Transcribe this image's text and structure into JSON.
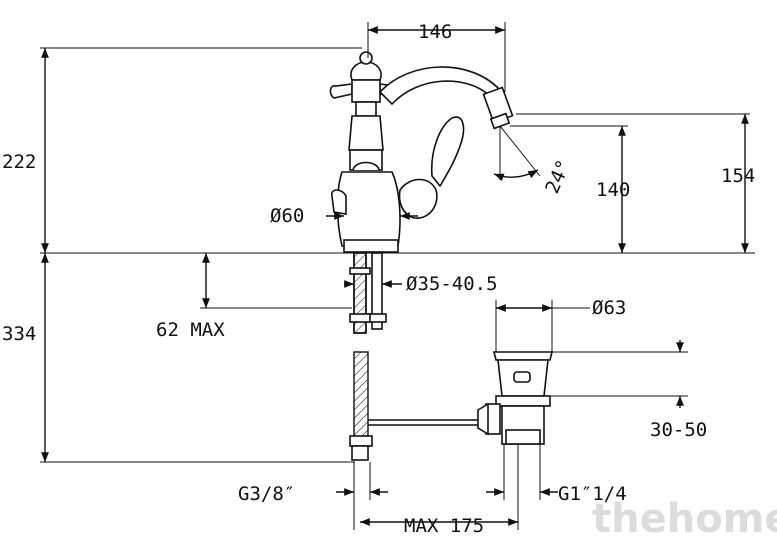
{
  "dimensions": {
    "width_top": "146",
    "height_total_upper": "222",
    "height_154": "154",
    "height_140": "140",
    "angle": "24°",
    "diameter_60": "Ø60",
    "diameter_range": "Ø35-40.5",
    "max_62": "62 MAX",
    "height_334": "334",
    "diameter_63": "Ø63",
    "range_30_50": "30-50",
    "thread_g38": "G3/8″",
    "thread_g114": "G1″1/4",
    "max_175": "MAX 175"
  },
  "watermark": "thehome"
}
